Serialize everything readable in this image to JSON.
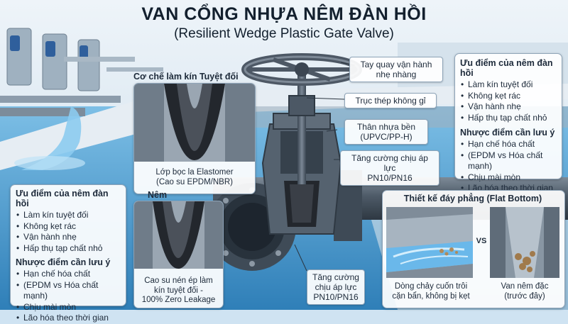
{
  "title": "VAN CỔNG NHỰA NÊM ĐÀN HỒI",
  "subtitle": "(Resilient Wedge Plastic Gate Valve)",
  "seal_panel": {
    "heading": "Cơ chế làm kín Tuyệt đối",
    "caption_line1": "Lớp bọc la Elastomer",
    "caption_line2": "(Cao su EPDM/NBR)"
  },
  "wedge_panel": {
    "heading": "Nêm",
    "caption_line1": "Cao su nén ép làm",
    "caption_line2": "kín tuyệt đối -",
    "caption_line3": "100% Zero Leakage"
  },
  "callouts": {
    "handwheel_line1": "Tay quay vận hành",
    "handwheel_line2": "nhẹ nhàng",
    "stem": "Trục thép không gỉ",
    "body_line1": "Thân nhựa bền",
    "body_line2": "(UPVC/PP-H)",
    "pressure_line1": "Tăng cường chịu áp lực",
    "pressure_line2": "PN10/PN16",
    "pressure2_line1": "Tăng cường",
    "pressure2_line2": "chịu áp lực",
    "pressure2_line3": "PN10/PN16"
  },
  "right_panel": {
    "adv_heading": "Ưu điểm của nêm đàn hồi",
    "adv_items": [
      "Làm kín tuyệt đối",
      "Không kẹt rác",
      "Vận hành nhẹ",
      "Hấp thụ tạp chất nhỏ"
    ],
    "dis_heading": "Nhược điểm cần lưu ý",
    "dis_items": [
      "Hạn chế hóa chất",
      "(EPDM vs Hóa chất mạnh)",
      "Chịu mài mòn",
      "Lão hóa theo thời gian"
    ]
  },
  "left_panel": {
    "adv_heading": "Ưu điểm của nêm đàn hồi",
    "adv_items": [
      "Làm kín tuyệt đối",
      "Không kẹt rác",
      "Vận hành nhẹ",
      "Hấp thụ tạp chất nhỏ"
    ],
    "dis_heading": "Nhược điểm cần lưu ý",
    "dis_items": [
      "Hạn chế hóa chất",
      "(EPDM vs Hóa chất mạnh)",
      "Chịu mài mòn",
      "Lão hóa theo thời gian"
    ]
  },
  "flat_bottom": {
    "heading": "Thiết kế đáy phẳng (Flat Bottom)",
    "vs": "VS",
    "left_caption_line1": "Dòng chảy cuốn trôi",
    "left_caption_line2": "cặn bẩn, không bị kẹt",
    "right_caption_line1": "Van nêm đặc",
    "right_caption_line2": "(trước đây)"
  },
  "colors": {
    "pipe": "#4a5866",
    "valve_body": "#5b6876",
    "rubber": "#2b2f36",
    "water": "#4aa3dc",
    "sky": "#dceaf5"
  }
}
